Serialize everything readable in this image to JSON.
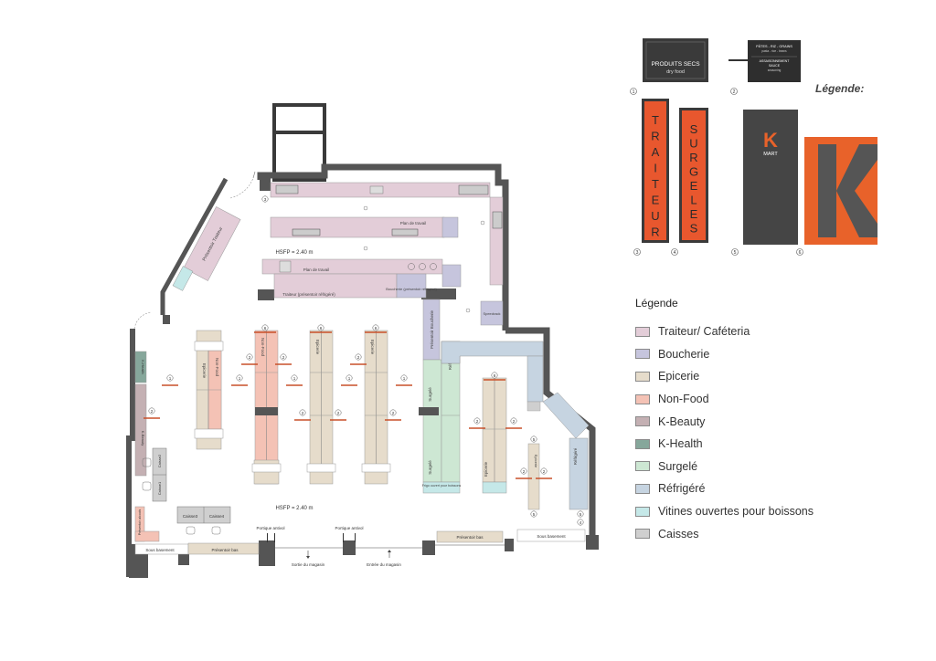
{
  "top_legend": {
    "title": "Légende:",
    "dry_food_title": "PRODUITS SECS",
    "dry_food_sub": "dry food",
    "sign2_line1": "PÂTES - RIZ - GRAINS",
    "sign2_line2": "pasta - rice - beans",
    "sign2_line3": "ASSAISONNEMENT",
    "sign2_line4": "SAUCE",
    "sign2_line5": "seasoning",
    "traiteur_sign": [
      "T",
      "R",
      "A",
      "I",
      "T",
      "E",
      "U",
      "R"
    ],
    "surgeles_sign": [
      "S",
      "U",
      "R",
      "G",
      "E",
      "L",
      "E",
      "S"
    ],
    "kmart_k": "K",
    "kmart_mart": "MART",
    "big_k": "K",
    "markers": [
      "1",
      "2",
      "3",
      "4",
      "5",
      "6"
    ]
  },
  "legend": {
    "title": "Légende",
    "items": [
      {
        "label": "Traiteur/ Caféteria",
        "color": "#e3cdd8"
      },
      {
        "label": "Boucherie",
        "color": "#c6c5dd"
      },
      {
        "label": "Epicerie",
        "color": "#e6dccb"
      },
      {
        "label": "Non-Food",
        "color": "#f4c2b5"
      },
      {
        "label": "K-Beauty",
        "color": "#c4b0b3"
      },
      {
        "label": "K-Health",
        "color": "#86a79b"
      },
      {
        "label": "Surgelé",
        "color": "#cde7d3"
      },
      {
        "label": "Réfrigéré",
        "color": "#c6d4e1"
      },
      {
        "label": "Vitines ouvertes pour boissons",
        "color": "#c5e8e8"
      },
      {
        "label": "Caisses",
        "color": "#cfcfcf"
      }
    ]
  },
  "plan": {
    "hsfp_top": "HSFP = 2.40 m",
    "hsfp_bottom": "HSFP = 2.40 m",
    "presentoir_traiteur": "Présentoir Traiteur",
    "plan_de_travail_1": "Plan de travail",
    "plan_de_travail_2": "Plan de travail",
    "traiteur_refrigere": "Traiteur (présentoir réfrigéré)",
    "boucherie_presentoir": "Boucherie (présentoir réfrigéré)",
    "presentoir_boucherie": "Présentoir Boucherie",
    "epicerie": "Epicerie",
    "non_food": "Non-Food",
    "refrigere": "Réfrigéré",
    "surgele": "Surgelé",
    "frigo_boissons": "Frigo ouvert pour boissons",
    "k_beauty": "K-Beauty",
    "k_health": "K-Health",
    "caisse1": "Caisse1",
    "caisse2": "Caisse2",
    "caisse3": "Caisse3",
    "caisse4": "Caisse4",
    "presentoir_alcools": "Présentoir alcools",
    "sous_basement_left": "Sous basement",
    "presentoir_bas_left": "Présentoir bas",
    "portique_1": "Portique antivol",
    "portique_2": "Portique antivol",
    "sortie": "Sortie du magasin",
    "entree": "Entrée du magasin",
    "presentoir_bas_right": "Présentoir bas",
    "sous_basement_right": "Sous basement",
    "speedrack": "Speedrack"
  }
}
